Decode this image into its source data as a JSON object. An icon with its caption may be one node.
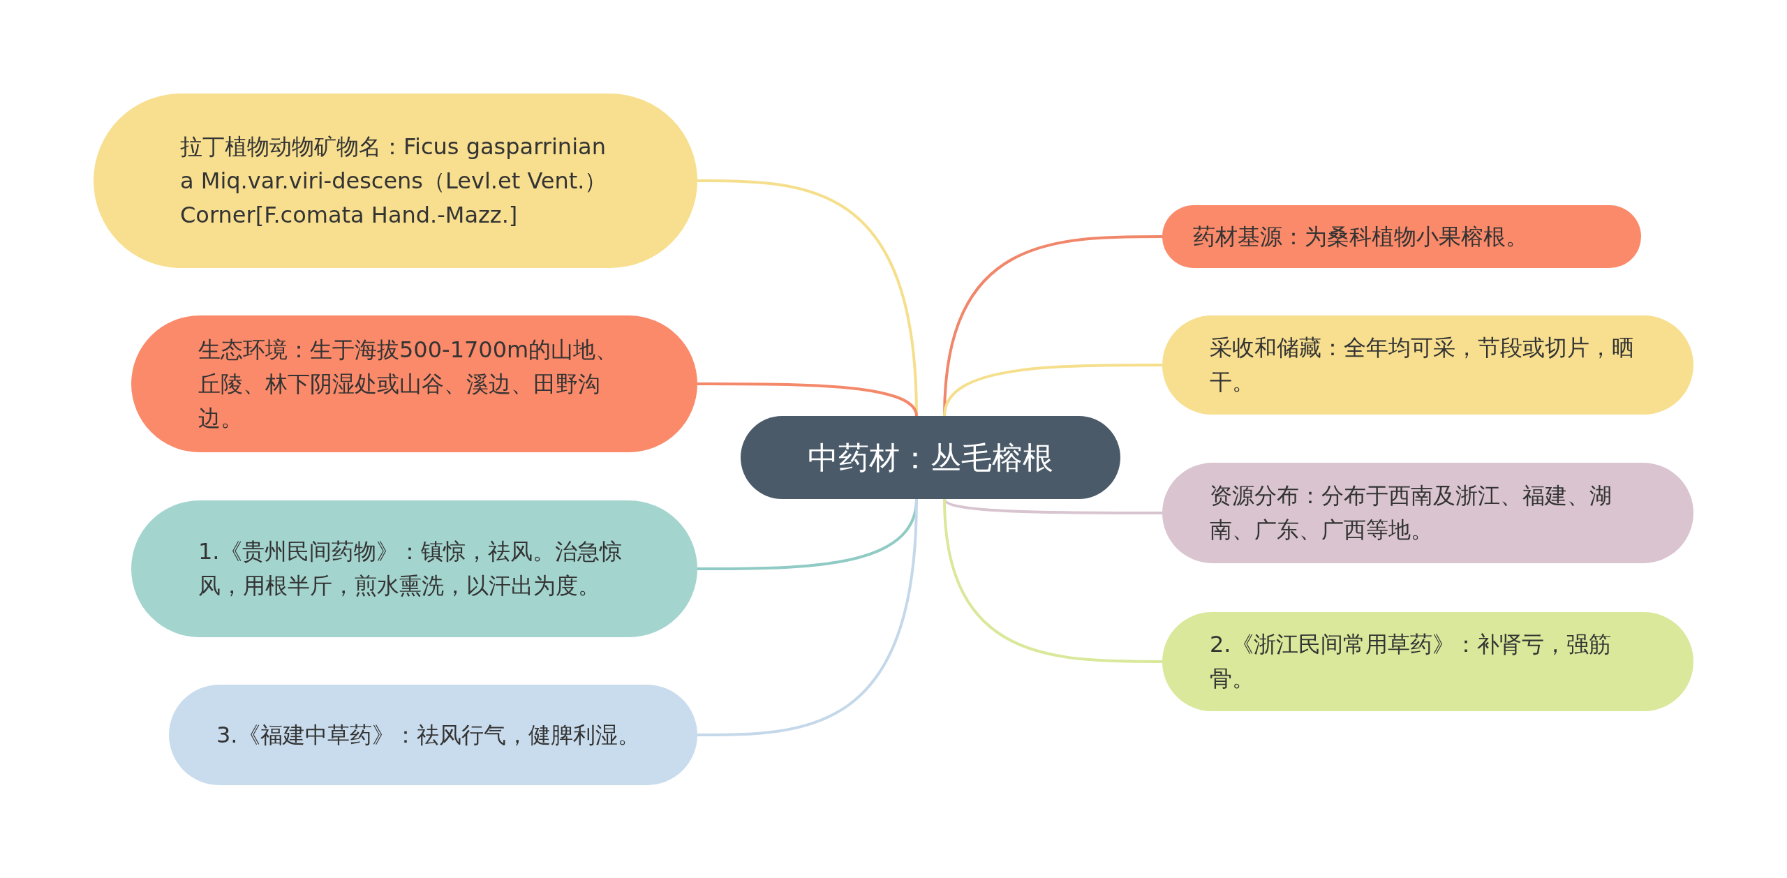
{
  "diagram": {
    "nodes": [
      {
        "text": [
          "中药材：丛毛榕根"
        ]
      },
      {
        "text": [
          "拉丁植物动物矿物名：Ficus gasparriniana Miq.var.viri-descens（Levl.et Vent.）Corner[F.comata Hand.-Mazz.]"
        ]
      },
      {
        "text": [
          "生态环境：生于海拔500-1700m的山地、丘陵、林下阴湿处或山谷、溪边、田野沟边。"
        ]
      },
      {
        "text": [
          "1.《贵州民间药物》：镇惊，祛风。治急惊风，用根半斤，煎水熏洗，以汗出为度。"
        ]
      },
      {
        "text": [
          "3.《福建中草药》：祛风行气，健脾利湿。"
        ]
      },
      {
        "text": [
          "药材基源：为桑科植物小果榕根。"
        ]
      },
      {
        "text": [
          "采收和储藏：全年均可采，节段或切片，晒干。"
        ]
      },
      {
        "text": [
          "资源分布：分布于西南及浙江、福建、湖南、广东、广西等地。"
        ]
      },
      {
        "text": [
          "2.《浙江民间常用草药》：补肾亏，强筋骨。"
        ]
      }
    ],
    "edges": [
      {
        "from": 0,
        "to": 1,
        "arrow": "none",
        "color": "#f5df8c"
      },
      {
        "from": 0,
        "to": 2,
        "arrow": "none",
        "color": "#f4886a"
      },
      {
        "from": 0,
        "to": 3,
        "arrow": "none",
        "color": "#8fcbc4"
      },
      {
        "from": 0,
        "to": 4,
        "arrow": "none",
        "color": "#c4d8ea"
      },
      {
        "from": 0,
        "to": 5,
        "arrow": "none",
        "color": "#f0866a"
      },
      {
        "from": 0,
        "to": 6,
        "arrow": "none",
        "color": "#f5df8c"
      },
      {
        "from": 0,
        "to": 7,
        "arrow": "none",
        "color": "#d8c4cf"
      },
      {
        "from": 0,
        "to": 8,
        "arrow": "none",
        "color": "#d9e89a"
      }
    ]
  }
}
